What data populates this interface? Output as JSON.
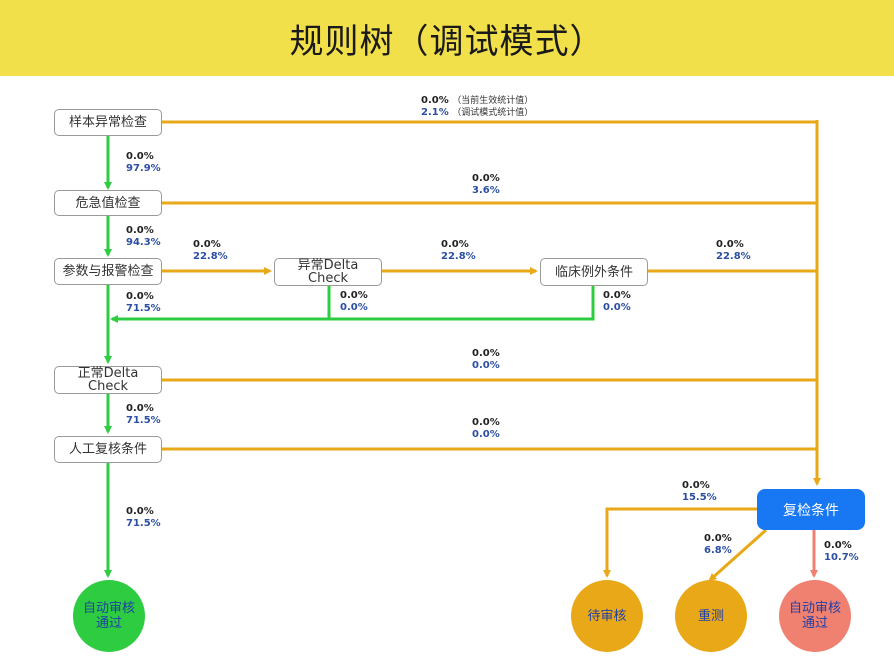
{
  "title": "规则树（调试模式）",
  "legend": {
    "current_value": "0.0%",
    "current_note": "（当前生效统计值）",
    "debug_value": "2.1%",
    "debug_note": "（调试模式统计值）"
  },
  "nodes": {
    "sample_check": "样本异常检查",
    "critical_check": "危急值检查",
    "param_alarm_check": "参数与报警检查",
    "abnormal_delta_line1": "异常Delta",
    "abnormal_delta_line2": "Check",
    "clinical_exception": "临床例外条件",
    "normal_delta_line1": "正常Delta",
    "normal_delta_line2": "Check",
    "manual_review": "人工复核条件",
    "recheck": "复检条件"
  },
  "outcomes": {
    "auto_pass_line1": "自动审核",
    "auto_pass_line2": "通过",
    "pending": "待审核",
    "retest": "重测",
    "auto_pass2_line1": "自动审核",
    "auto_pass2_line2": "通过"
  },
  "edges": {
    "sample_to_critical": [
      "0.0%",
      "97.9%"
    ],
    "critical_to_param": [
      "0.0%",
      "94.3%"
    ],
    "critical_to_right": [
      "0.0%",
      "3.6%"
    ],
    "param_to_abnormal_delta": [
      "0.0%",
      "22.8%"
    ],
    "abnormal_delta_to_clinical": [
      "0.0%",
      "22.8%"
    ],
    "clinical_to_right": [
      "0.0%",
      "22.8%"
    ],
    "param_down": [
      "0.0%",
      "71.5%"
    ],
    "abnormal_delta_down": [
      "0.0%",
      "0.0%"
    ],
    "clinical_down": [
      "0.0%",
      "0.0%"
    ],
    "normal_delta_to_right": [
      "0.0%",
      "0.0%"
    ],
    "normal_delta_to_manual": [
      "0.0%",
      "71.5%"
    ],
    "manual_to_right": [
      "0.0%",
      "0.0%"
    ],
    "manual_to_auto": [
      "0.0%",
      "71.5%"
    ],
    "recheck_to_pending": [
      "0.0%",
      "15.5%"
    ],
    "recheck_to_retest": [
      "0.0%",
      "6.8%"
    ],
    "recheck_to_auto": [
      "0.0%",
      "10.7%"
    ]
  },
  "colors": {
    "header_bg": "#f2e04a",
    "green": "#2ecc40",
    "orange": "#e8a818",
    "salmon": "#f08070",
    "blue": "#1877f2",
    "debug_text": "#2b4fa3"
  }
}
